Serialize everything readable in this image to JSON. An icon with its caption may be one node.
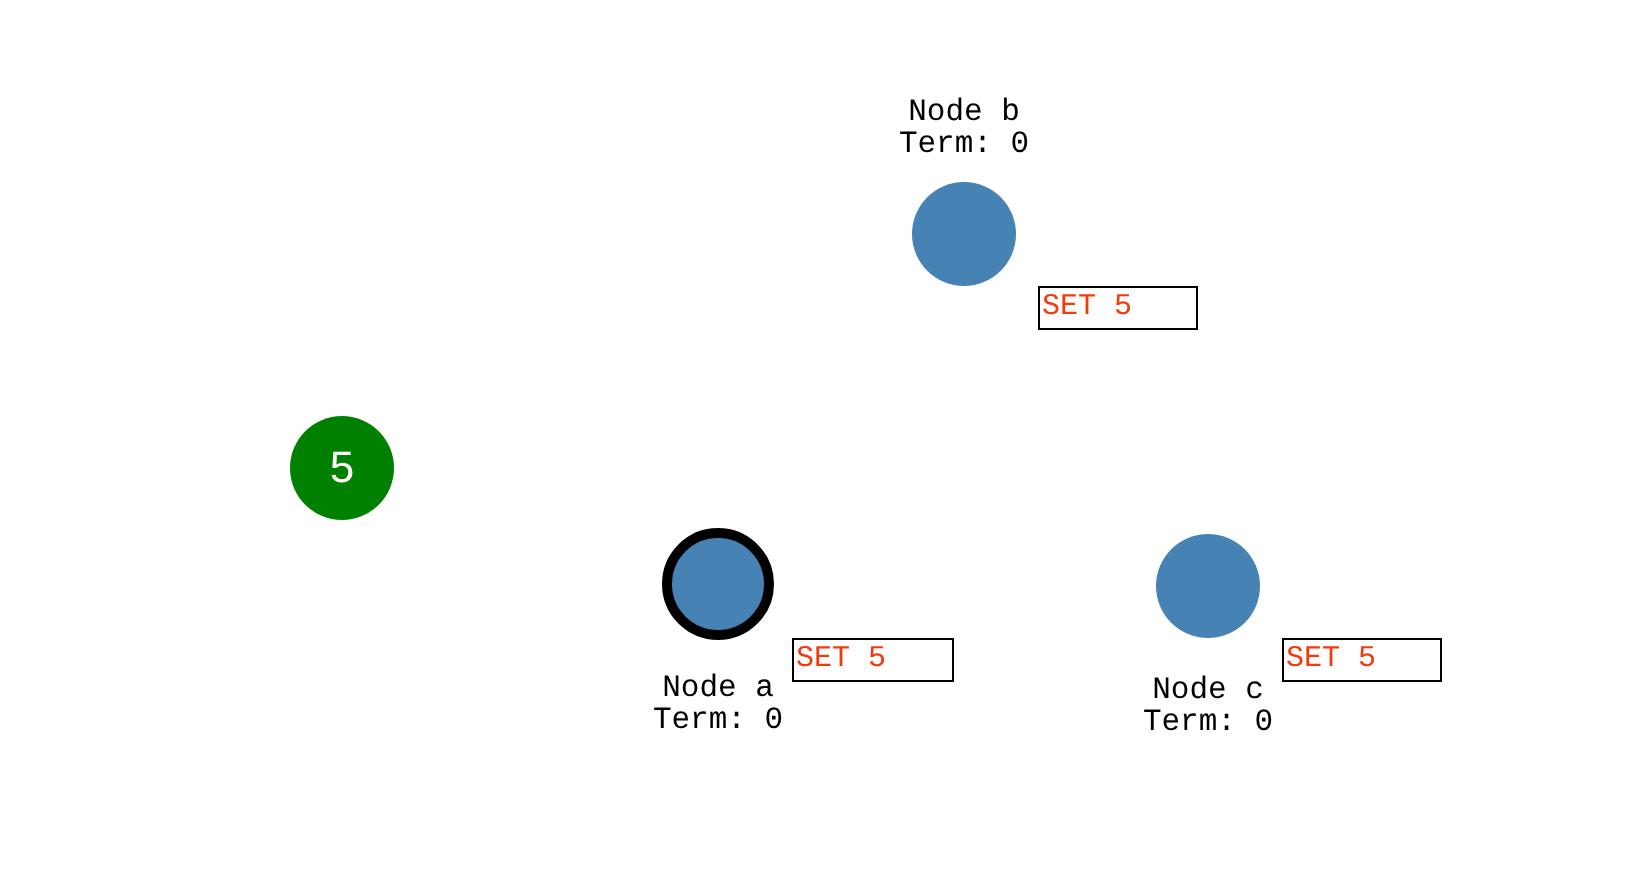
{
  "diagram": {
    "nodes": [
      {
        "text": [
          "Node b",
          "Term: 0"
        ]
      },
      {
        "text": [
          "SET 5"
        ]
      },
      {
        "text": [
          "5"
        ]
      },
      {
        "text": [
          "Node a",
          "Term: 0"
        ]
      },
      {
        "text": [
          "SET 5"
        ]
      },
      {
        "text": [
          "Node c",
          "Term: 0"
        ]
      },
      {
        "text": [
          "SET 5"
        ]
      }
    ]
  }
}
